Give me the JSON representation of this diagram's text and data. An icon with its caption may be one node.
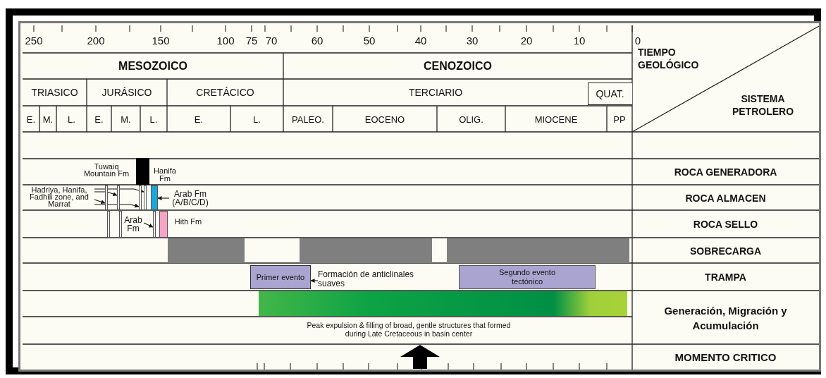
{
  "diagram": {
    "nodes": [
      {
        "text": [
          "Hadriya, Hanifa, Fadhili zone, and Marrat"
        ]
      },
      {
        "text": [],
        "shape": "bar"
      },
      {
        "text": [],
        "shape": "bar"
      },
      {
        "text": [],
        "shape": "bar"
      },
      {
        "text": [],
        "shape": "bar"
      },
      {
        "text": [
          "Arab Fm (A/B/C/D)"
        ]
      },
      {
        "text": [],
        "shape": "bar"
      },
      {
        "text": [
          "Arab Fm"
        ]
      },
      {
        "text": [],
        "shape": "bar"
      },
      {
        "text": [
          "Primer evento"
        ]
      },
      {
        "text": [
          "Formación de anticlinales suaves"
        ]
      },
      {
        "text": [
          "Segundo evento tectónico"
        ]
      },
      {
        "text": [],
        "shape": "bar"
      },
      {
        "text": [],
        "shape": "bar"
      },
      {
        "text": [],
        "shape": "bar"
      },
      {
        "text": [],
        "shape": "bar"
      },
      {
        "text": [],
        "shape": "bar"
      },
      {
        "text": [],
        "shape": "bar"
      },
      {
        "text": [],
        "shape": "bar"
      },
      {
        "text": [],
        "shape": "bar",
        "beside": [
          "Peak expulsion & filling of broad, gentle structures that formed during Late Cretaceous in basin center"
        ]
      }
    ],
    "edges": [
      {
        "from": 0,
        "to": 1,
        "arrow": "to"
      },
      {
        "from": 0,
        "to": 2,
        "arrow": "to"
      },
      {
        "from": 0,
        "to": 4,
        "arrow": "to"
      },
      {
        "from": 0,
        "to": 3,
        "arrow": "to"
      },
      {
        "from": 5,
        "to": 6,
        "arrow": "to"
      },
      {
        "from": 7,
        "to": 8,
        "arrow": "to"
      },
      {
        "from": 10,
        "to": 9,
        "arrow": "to"
      }
    ],
    "labels": [
      "250",
      "200",
      "150",
      "100",
      "75",
      "70",
      "60",
      "50",
      "40",
      "30",
      "20",
      "10",
      "0",
      "MESOZOICO",
      "CENOZOICO",
      "TIEMPO GEOLÓGICO",
      "TRIASICO",
      "JURÁSICO",
      "CRETÁCICO",
      "TERCIARIO",
      "QUAT.",
      "SISTEMA PETROLERO",
      "E.",
      "M.",
      "L.",
      "E.",
      "M.",
      "L.",
      "E.",
      "L.",
      "PALEO.",
      "EOCENO",
      "OLIG.",
      "MIOCENE",
      "PP",
      "Tuwaiq Mountain Fm",
      "Hanifa Fm",
      "ROCA GENERADORA",
      "ROCA ALMACEN",
      "Hith Fm",
      "ROCA SELLO",
      "SOBRECARGA",
      "TRAMPA",
      "Generación, Migración y Acumulación",
      "MOMENTO CRITICO"
    ]
  }
}
